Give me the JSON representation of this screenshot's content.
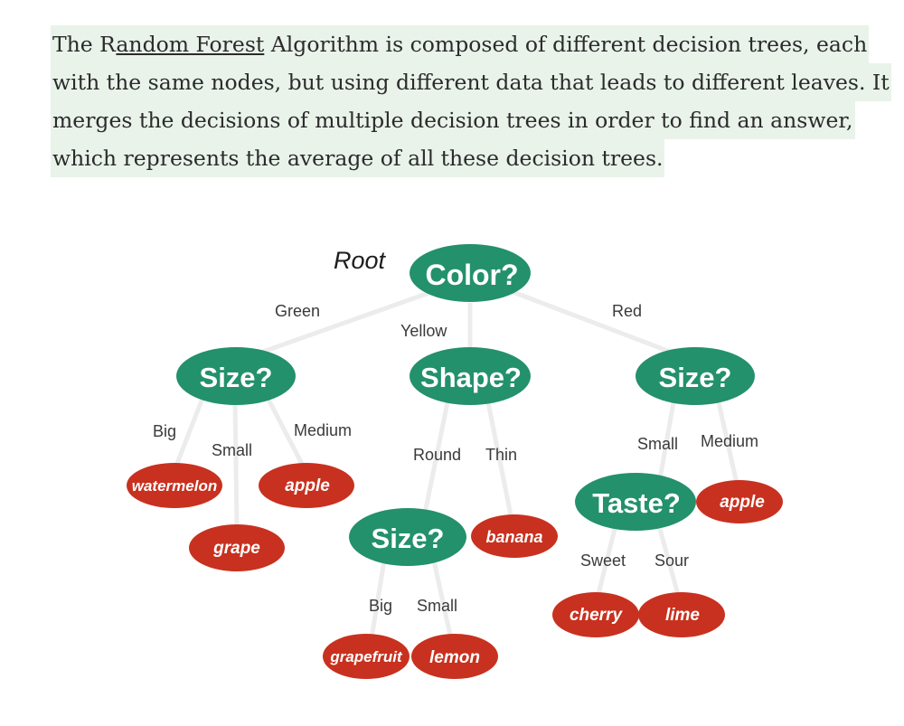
{
  "paragraph": {
    "line1_a": "The R",
    "line1_link": "andom Forest",
    "line1_b": " Algorithm is composed of different decision trees, each",
    "line2": "with the same nodes, but using different data that leads to different leaves. It",
    "line3": "merges the decisions of multiple decision trees in order to find an answer,",
    "line4": "which represents the average of all these decision trees."
  },
  "diagram": {
    "root_label": "Root",
    "nodes": {
      "color": "Color?",
      "size_left": "Size?",
      "shape": "Shape?",
      "size_right": "Size?",
      "size_mid": "Size?",
      "taste": "Taste?"
    },
    "leaves": {
      "watermelon": "watermelon",
      "apple_left": "apple",
      "grape": "grape",
      "banana": "banana",
      "grapefruit": "grapefruit",
      "lemon": "lemon",
      "apple_right": "apple",
      "cherry": "cherry",
      "lime": "lime"
    },
    "edge_labels": {
      "green": "Green",
      "yellow": "Yellow",
      "red": "Red",
      "big_left": "Big",
      "small_left": "Small",
      "medium_left": "Medium",
      "round": "Round",
      "thin": "Thin",
      "small_right": "Small",
      "medium_right": "Medium",
      "big_mid": "Big",
      "small_mid": "Small",
      "sweet": "Sweet",
      "sour": "Sour"
    },
    "colors": {
      "decision_node": "#23916b",
      "leaf_node": "#c8311f",
      "edge": "#ececec"
    }
  }
}
